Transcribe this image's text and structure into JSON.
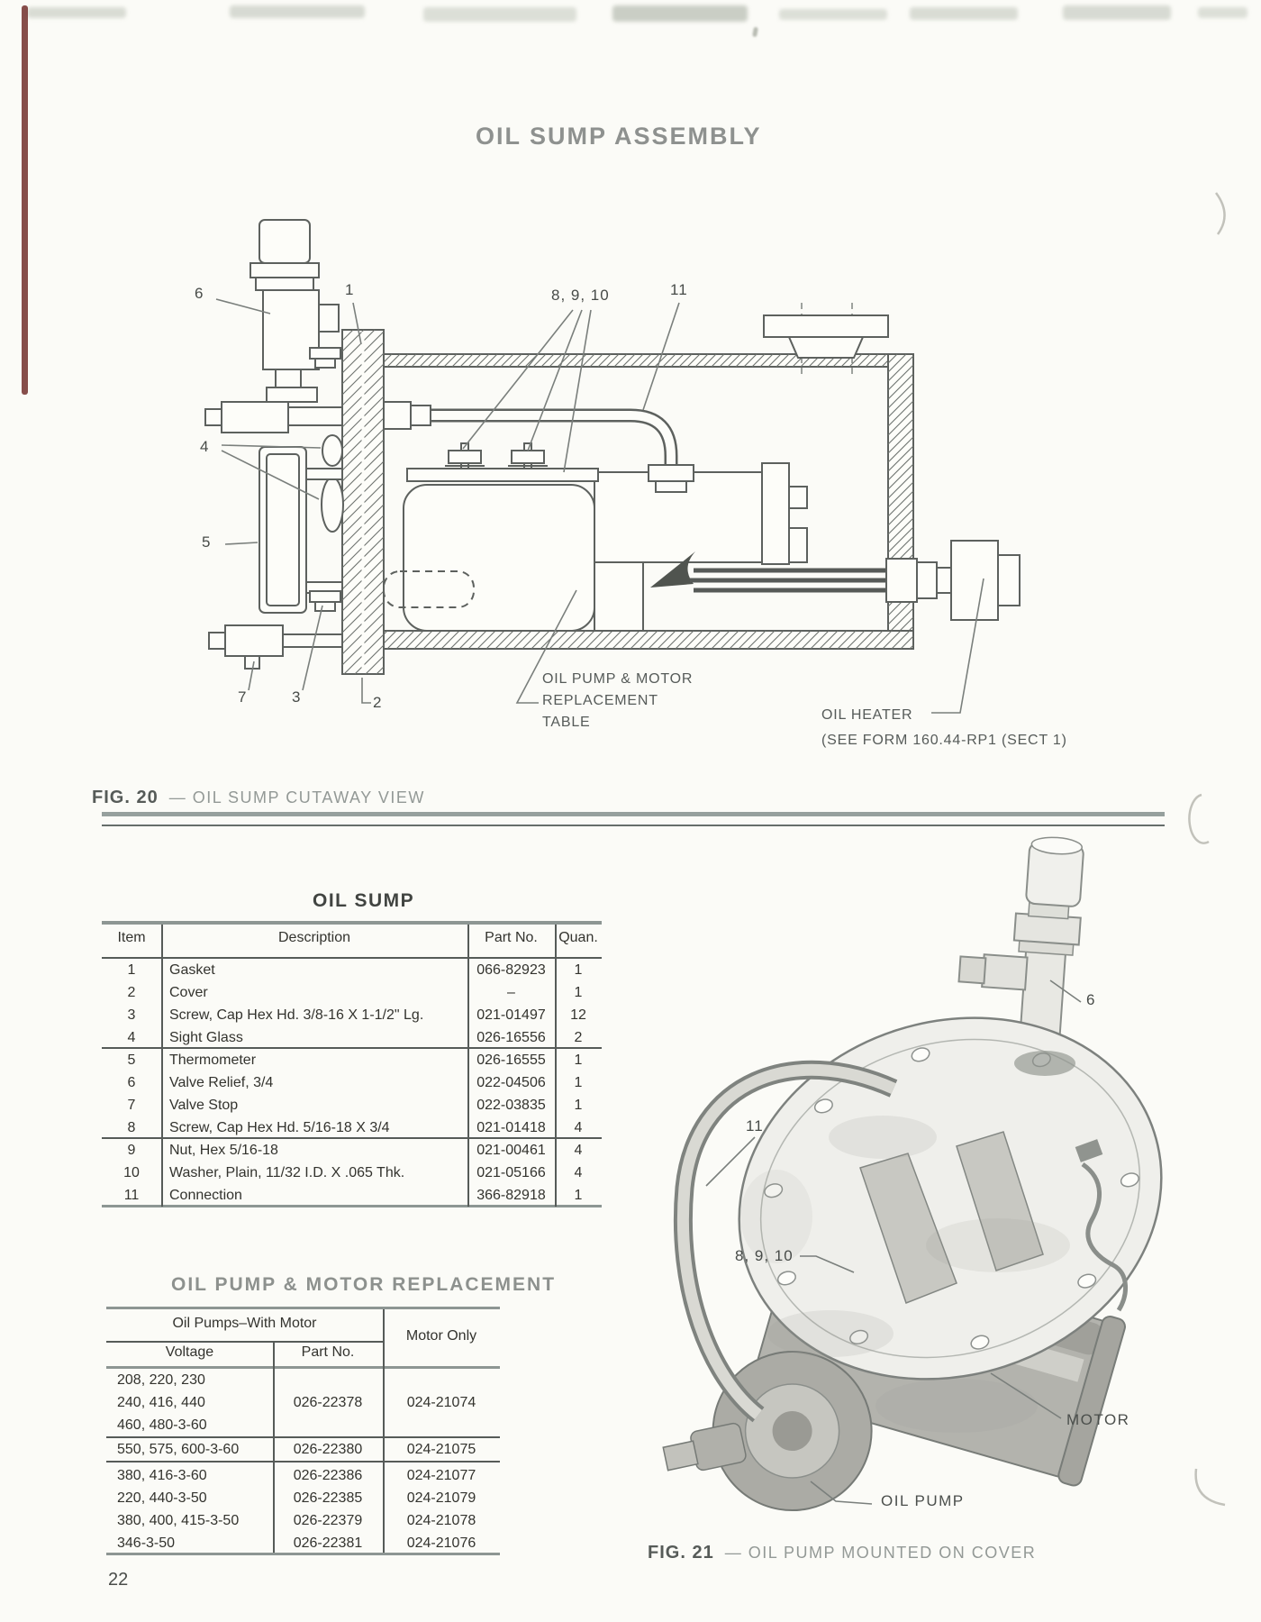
{
  "page": {
    "title": "OIL SUMP ASSEMBLY",
    "number": "22"
  },
  "fig20": {
    "caption_fig": "FIG. 20",
    "caption_text": "— OIL SUMP CUTAWAY VIEW",
    "callouts": {
      "c1": "1",
      "c2": "2",
      "c3": "3",
      "c4": "4",
      "c5": "5",
      "c6": "6",
      "c7": "7",
      "c8910": "8, 9, 10",
      "c11": "11"
    },
    "notes": {
      "pump_table_1": "OIL PUMP & MOTOR",
      "pump_table_2": "REPLACEMENT",
      "pump_table_3": "TABLE",
      "heater_1": "OIL HEATER",
      "heater_2": "(SEE FORM 160.44-RP1 (SECT 1)"
    }
  },
  "oil_sump_table": {
    "title": "OIL SUMP",
    "headers": {
      "item": "Item",
      "description": "Description",
      "part_no": "Part No.",
      "quan": "Quan."
    },
    "rows": [
      {
        "item": "1",
        "description": "Gasket",
        "part_no": "066-82923",
        "quan": "1"
      },
      {
        "item": "2",
        "description": "Cover",
        "part_no": "–",
        "quan": "1"
      },
      {
        "item": "3",
        "description": "Screw, Cap Hex Hd. 3/8-16 X 1-1/2\" Lg.",
        "part_no": "021-01497",
        "quan": "12"
      },
      {
        "item": "4",
        "description": "Sight Glass",
        "part_no": "026-16556",
        "quan": "2"
      },
      {
        "item": "5",
        "description": "Thermometer",
        "part_no": "026-16555",
        "quan": "1"
      },
      {
        "item": "6",
        "description": "Valve Relief, 3/4",
        "part_no": "022-04506",
        "quan": "1"
      },
      {
        "item": "7",
        "description": "Valve Stop",
        "part_no": "022-03835",
        "quan": "1"
      },
      {
        "item": "8",
        "description": "Screw, Cap Hex Hd. 5/16-18 X 3/4",
        "part_no": "021-01418",
        "quan": "4"
      },
      {
        "item": "9",
        "description": "Nut, Hex 5/16-18",
        "part_no": "021-00461",
        "quan": "4"
      },
      {
        "item": "10",
        "description": "Washer, Plain, 11/32 I.D. X .065 Thk.",
        "part_no": "021-05166",
        "quan": "4"
      },
      {
        "item": "11",
        "description": "Connection",
        "part_no": "366-82918",
        "quan": "1"
      }
    ]
  },
  "pump_table": {
    "title": "OIL PUMP & MOTOR REPLACEMENT",
    "headers": {
      "group": "Oil Pumps–With Motor",
      "voltage": "Voltage",
      "part_no": "Part No.",
      "motor_only": "Motor Only"
    },
    "rows": [
      {
        "voltages": [
          "208, 220, 230",
          "240, 416, 440",
          "460, 480-3-60"
        ],
        "part_no": "026-22378",
        "motor_only": "024-21074"
      },
      {
        "voltages": [
          "550, 575, 600-3-60"
        ],
        "part_no": "026-22380",
        "motor_only": "024-21075"
      },
      {
        "voltages": [
          "380, 416-3-60"
        ],
        "part_no": "026-22386",
        "motor_only": "024-21077"
      },
      {
        "voltages": [
          "220, 440-3-50"
        ],
        "part_no": "026-22385",
        "motor_only": "024-21079"
      },
      {
        "voltages": [
          "380, 400, 415-3-50"
        ],
        "part_no": "026-22379",
        "motor_only": "024-21078"
      },
      {
        "voltages": [
          "346-3-50"
        ],
        "part_no": "026-22381",
        "motor_only": "024-21076"
      }
    ]
  },
  "fig21": {
    "caption_fig": "FIG. 21",
    "caption_text": "— OIL PUMP MOUNTED ON COVER",
    "labels": {
      "c6": "6",
      "c11": "11",
      "c8910": "8, 9, 10",
      "motor": "MOTOR",
      "oil_pump": "OIL PUMP"
    }
  },
  "colors": {
    "paper": "#fbfbf7",
    "ink": "#35352f",
    "heading_gray": "#8e918f",
    "rule_gray": "#8d9693",
    "margin_stripe_red": "#6d2724",
    "line_art": "#5d615e"
  }
}
